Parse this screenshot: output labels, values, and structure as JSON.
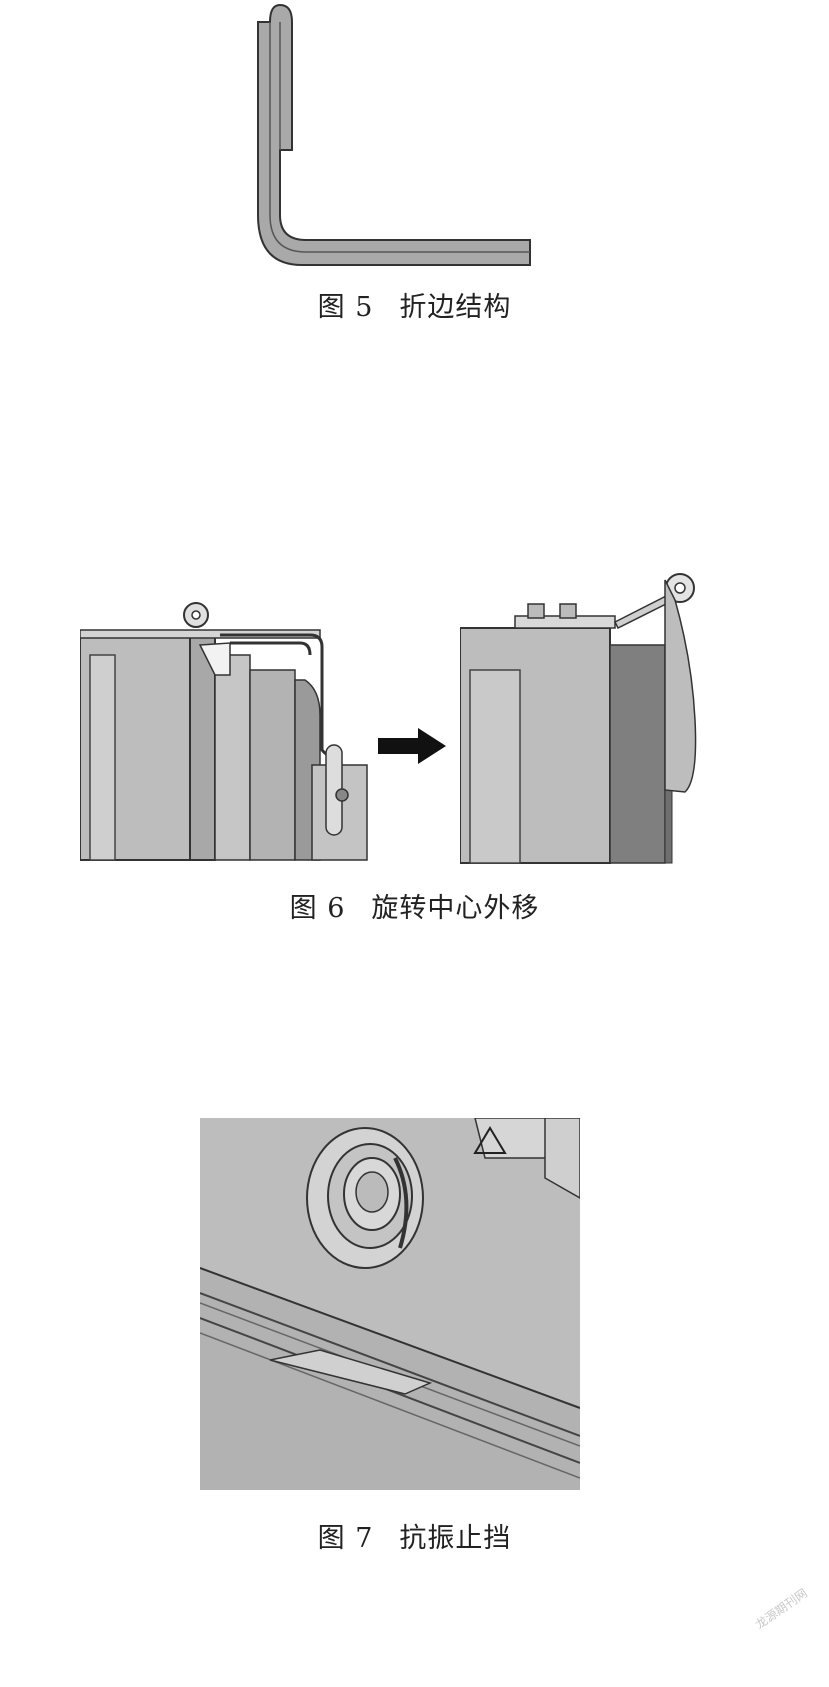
{
  "figures": [
    {
      "number": "图 5",
      "title": "折边结构"
    },
    {
      "number": "图 6",
      "title": "旋转中心外移"
    },
    {
      "number": "图 7",
      "title": "抗振止挡"
    }
  ],
  "watermark": "龙源期刊网",
  "colors": {
    "panel": "#b8b8b8",
    "panel_dark": "#7a7a7a",
    "photo_bg": "#bdbdbd",
    "line": "#3a3a3a"
  },
  "icons": [
    "arrow-right-icon"
  ]
}
